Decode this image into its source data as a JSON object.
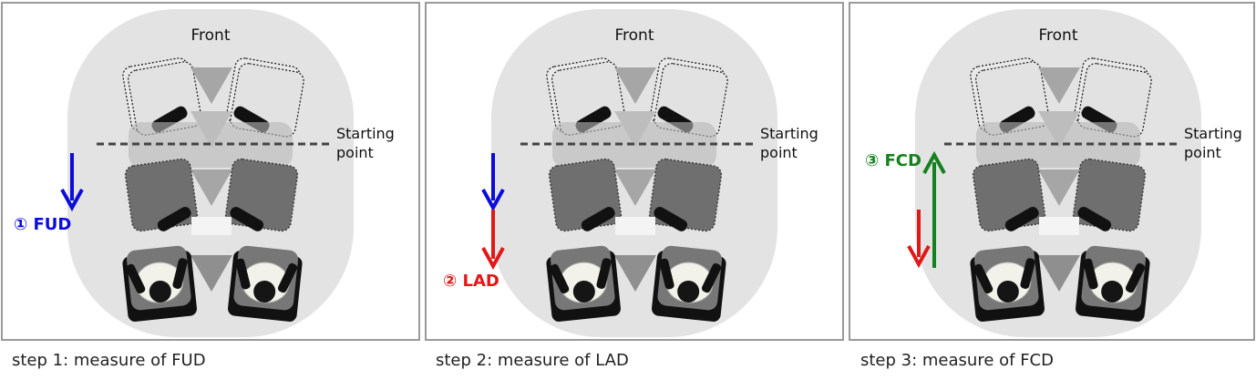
{
  "colors": {
    "blue_arrow": "#0b0bdc",
    "red_arrow": "#e01818",
    "green_arrow": "#14801e",
    "panel_border": "#9a9a9a",
    "cabin_fill": "#e3e3e3"
  },
  "panels": [
    {
      "front_label": "Front",
      "starting_label_line1": "Starting",
      "starting_label_line2": "point",
      "step_label": "① FUD",
      "caption": "step 1: measure of FUD"
    },
    {
      "front_label": "Front",
      "starting_label_line1": "Starting",
      "starting_label_line2": "point",
      "step_label": "② LAD",
      "caption": "step 2: measure of LAD"
    },
    {
      "front_label": "Front",
      "starting_label_line1": "Starting",
      "starting_label_line2": "point",
      "step_label": "③ FCD",
      "caption": "step 3: measure of FCD"
    }
  ]
}
